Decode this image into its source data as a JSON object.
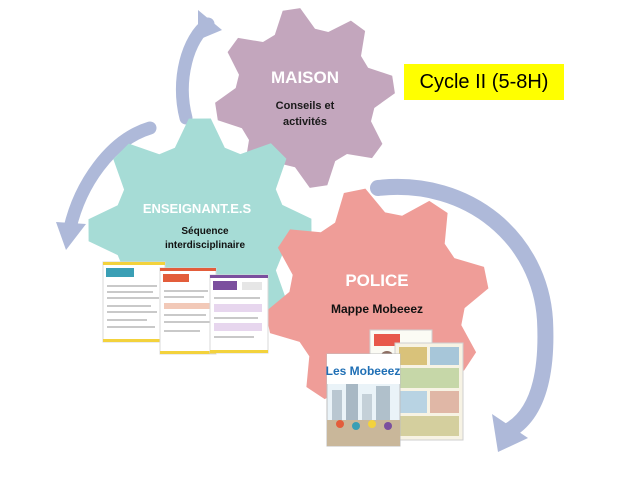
{
  "badge": {
    "label": "Cycle II (5-8H)",
    "color": "#ffff00"
  },
  "gears": {
    "maison": {
      "title": "MAISON",
      "subtitle_line1": "Conseils et",
      "subtitle_line2": "activités",
      "color": "#c3a6bd"
    },
    "enseignants": {
      "title": "ENSEIGNANT.E.S",
      "subtitle_line1": "Séquence",
      "subtitle_line2": "interdisciplinaire",
      "color": "#a6dcd6"
    },
    "police": {
      "title": "POLICE",
      "subtitle": "Mappe Mobeeez",
      "color": "#ef9d98"
    }
  },
  "booklet": {
    "logo": "Les Mobeeez"
  },
  "arrow_color": "#aeb9d9"
}
